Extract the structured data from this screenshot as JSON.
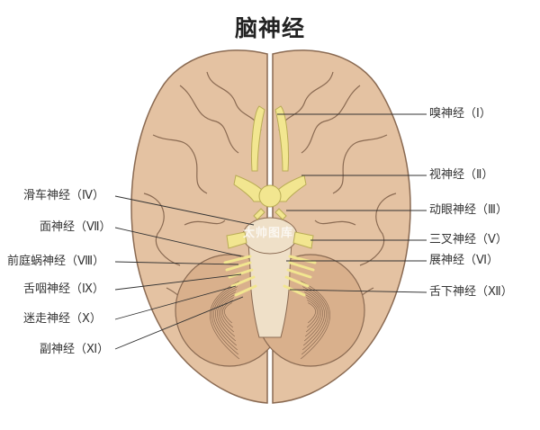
{
  "title": "脑神经",
  "watermark": "太帅图库",
  "colors": {
    "brain_fill": "#e4c2a2",
    "brain_stroke": "#8a6a52",
    "nerve_fill": "#f2e690",
    "nerve_stroke": "#b9ac55",
    "cerebellum_fill": "#d9b08c",
    "leader_line": "#333333"
  },
  "labels": {
    "right": [
      {
        "text": "嗅神经（Ⅰ）"
      },
      {
        "text": "视神经（Ⅱ）"
      },
      {
        "text": "动眼神经（Ⅲ）"
      },
      {
        "text": "三叉神经（Ⅴ）"
      },
      {
        "text": "展神经（Ⅵ）"
      },
      {
        "text": "舌下神经（Ⅻ）"
      }
    ],
    "left": [
      {
        "text": "滑车神经（Ⅳ）"
      },
      {
        "text": "面神经（Ⅶ）"
      },
      {
        "text": "前庭蜗神经（Ⅷ）"
      },
      {
        "text": "舌咽神经（Ⅸ）"
      },
      {
        "text": "迷走神经（Ⅹ）"
      },
      {
        "text": "副神经（Ⅺ）"
      }
    ]
  }
}
